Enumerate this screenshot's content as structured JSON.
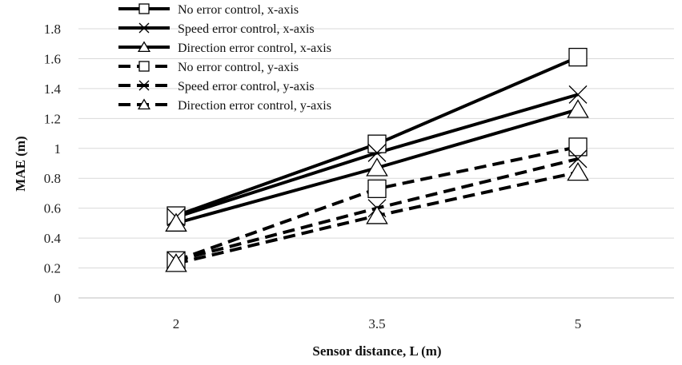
{
  "chart_data": {
    "type": "line",
    "x": [
      2,
      3.5,
      5
    ],
    "categories": [
      "2",
      "3.5",
      "5"
    ],
    "xlabel": "Sensor distance, L (m)",
    "ylabel": "MAE (m)",
    "ylim": [
      0,
      1.8
    ],
    "yticks": [
      "0",
      "0.2",
      "0.4",
      "0.6",
      "0.8",
      "1",
      "1.2",
      "1.4",
      "1.6",
      "1.8"
    ],
    "grid": "horizontal",
    "legend_position": "top-left",
    "line_color": "#000000",
    "grid_color": "#d9d9d9",
    "series": [
      {
        "name": "No error control, x-axis",
        "values": [
          0.55,
          1.03,
          1.61
        ],
        "marker": "square",
        "dash": "solid"
      },
      {
        "name": "Speed error control, x-axis",
        "values": [
          0.54,
          0.97,
          1.36
        ],
        "marker": "x",
        "dash": "solid"
      },
      {
        "name": "Direction error control, x-axis",
        "values": [
          0.5,
          0.87,
          1.26
        ],
        "marker": "triangle",
        "dash": "solid"
      },
      {
        "name": "No error control, y-axis",
        "values": [
          0.25,
          0.73,
          1.01
        ],
        "marker": "square",
        "dash": "dashed"
      },
      {
        "name": "Speed error control, y-axis",
        "values": [
          0.25,
          0.6,
          0.93
        ],
        "marker": "x",
        "dash": "dashed"
      },
      {
        "name": "Direction error control, y-axis",
        "values": [
          0.23,
          0.55,
          0.84
        ],
        "marker": "triangle",
        "dash": "dashed"
      }
    ]
  }
}
